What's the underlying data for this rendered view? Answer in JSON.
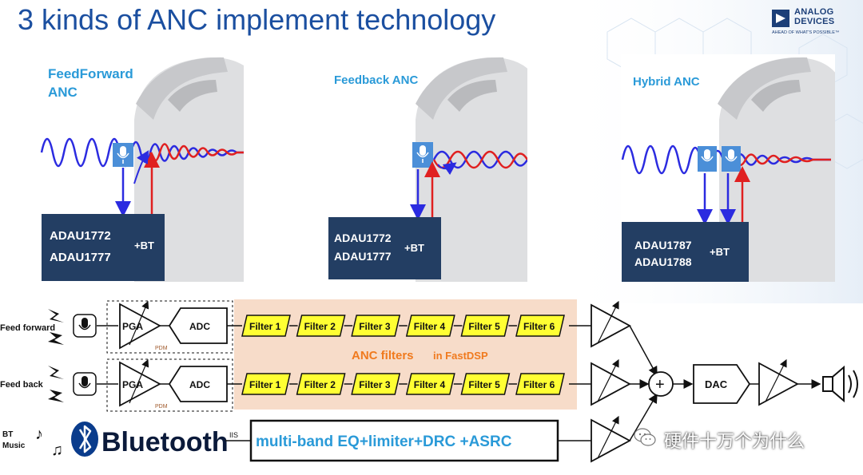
{
  "title": "3 kinds of ANC implement technology",
  "logo": {
    "line1": "ANALOG",
    "line2": "DEVICES",
    "tagline": "AHEAD OF WHAT'S POSSIBLE™"
  },
  "panels": [
    {
      "label_line1": "FeedForward",
      "label_line2": "ANC",
      "chip_line1": "ADAU1772",
      "chip_line2": "ADAU1777",
      "suffix": "+BT"
    },
    {
      "label_line1": "Feedback ANC",
      "label_line2": "",
      "chip_line1": "ADAU1772",
      "chip_line2": "ADAU1777",
      "suffix": "+BT"
    },
    {
      "label_line1": "Hybrid ANC",
      "label_line2": "",
      "chip_line1": "ADAU1787",
      "chip_line2": "ADAU1788",
      "suffix": "+BT"
    }
  ],
  "signal_chain": {
    "inputs": [
      {
        "label": "Feed forward",
        "pga": "PGA",
        "adc": "ADC",
        "pdm": "PDM"
      },
      {
        "label": "Feed back",
        "pga": "PGA",
        "adc": "ADC",
        "pdm": "PDM"
      }
    ],
    "filters": [
      "Filter 1",
      "Filter 2",
      "Filter 3",
      "Filter 4",
      "Filter 5",
      "Filter 6"
    ],
    "filter_group_label": "ANC filters",
    "filter_group_suffix": "in FastDSP",
    "bt_music_line1": "BT",
    "bt_music_line2": "Music",
    "bluetooth": "Bluetooth",
    "iis": "IIS",
    "eq_block": "multi-band EQ+limiter+DRC +ASRC",
    "sum": "+",
    "dac": "DAC"
  },
  "watermark": "硬件十万个为什么",
  "colors": {
    "title_blue": "#1b4fa0",
    "chip_navy": "#233e63",
    "filter_yellow": "#ffff33",
    "filter_bg": "#f7dcc9",
    "filter_group_text": "#f07a1e",
    "eq_text": "#2a9ad8",
    "wave_blue": "#2b2be0",
    "wave_red": "#e02020",
    "panel_label": "#2a9ad8"
  }
}
